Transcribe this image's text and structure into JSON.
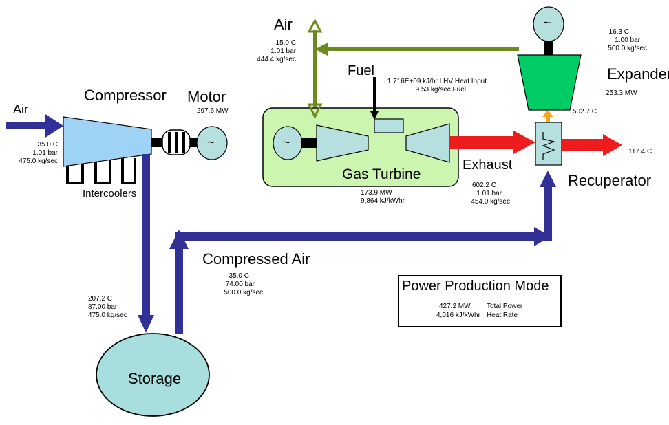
{
  "labels": {
    "air_left": "Air",
    "compressor": "Compressor",
    "motor": "Motor",
    "intercoolers": "Intercoolers",
    "air_top": "Air",
    "fuel": "Fuel",
    "expander": "Expander",
    "gas_turbine": "Gas Turbine",
    "exhaust": "Exhaust",
    "recuperator": "Recuperator",
    "compressed_air": "Compressed Air",
    "storage": "Storage",
    "generator_symbol": "~"
  },
  "values": {
    "compressor_inlet": [
      "35.0 C",
      "1.01 bar",
      "475.0 kg/sec"
    ],
    "motor_power": "297.6 MW",
    "air_top": [
      "15.0 C",
      "1.01 bar",
      "444.4 kg/sec"
    ],
    "fuel": [
      "1.716E+09 kJ/hr LHV Heat Input",
      "9.53 kg/sec Fuel"
    ],
    "expander_inlet": [
      "16.3 C",
      "1.00 bar",
      "500.0 kg/sec"
    ],
    "expander_power": "253.3 MW",
    "expander_exhaust_temp": "502.7 C",
    "stack_temp": "117.4 C",
    "gas_turbine": [
      "173.9 MW",
      "9,864 kJ/kWhr"
    ],
    "exhaust": [
      "602.2 C",
      "1.01 bar",
      "454.0 kg/sec"
    ],
    "compressed_air": [
      "35.0 C",
      "74.00 bar",
      "500.0 kg/sec"
    ],
    "storage_inlet": [
      "207.2 C",
      "87.00 bar",
      "475.0 kg/sec"
    ]
  },
  "summary": {
    "title": "Power Production Mode",
    "total_power_value": "427.2 MW",
    "total_power_label": "Total Power",
    "heat_rate_value": "4,016 kJ/kWhr",
    "heat_rate_label": "Heat Rate"
  },
  "colors": {
    "air_flow": "#303097",
    "exhaust_flow": "#ee1c1c",
    "compressor": "#9fd3f5",
    "turbine_components": "#b6e0e0",
    "gas_turbine_package": "#ccf5b0",
    "expander": "#00cc66",
    "fuel_air_line": "#6d8a1e",
    "storage": "#a8dede"
  }
}
